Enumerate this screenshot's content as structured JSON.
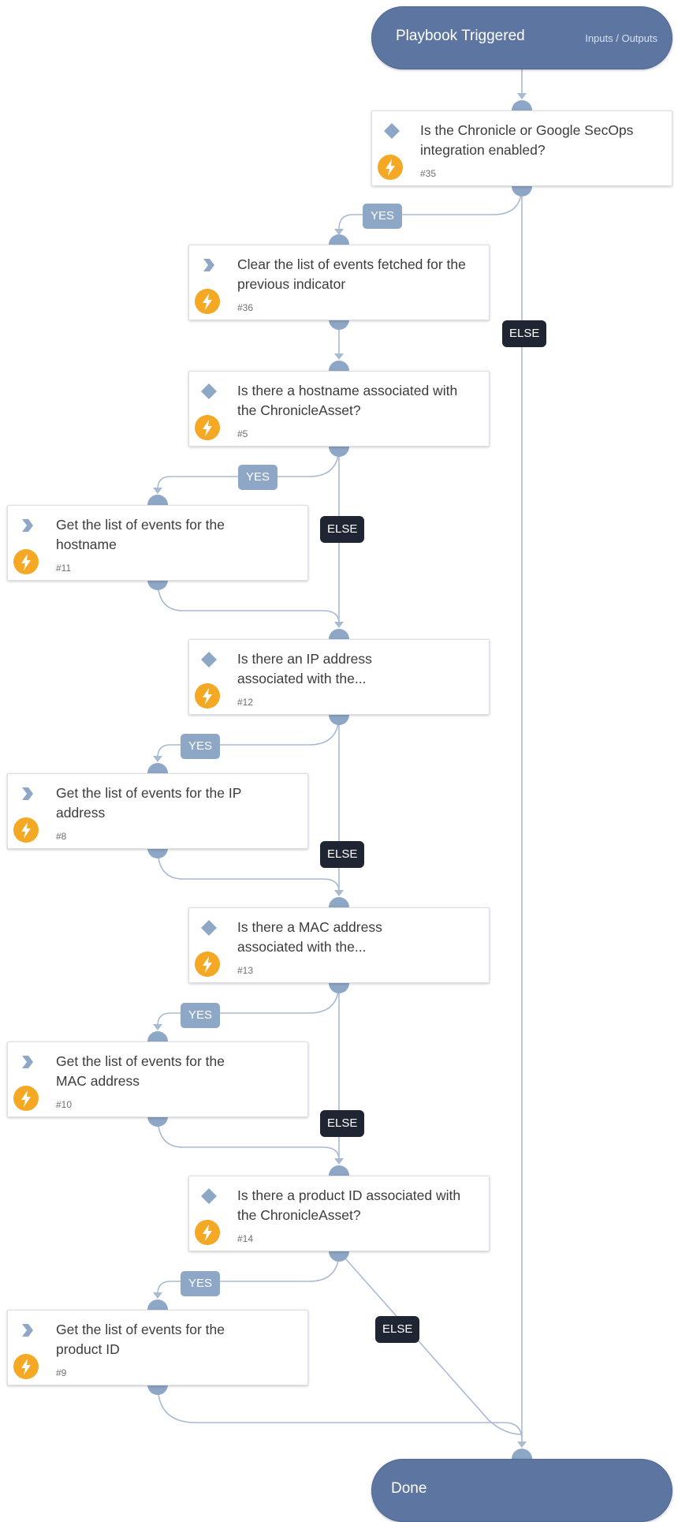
{
  "start": {
    "title": "Playbook Triggered",
    "link": "Inputs / Outputs"
  },
  "end": {
    "title": "Done"
  },
  "tasks": [
    {
      "kind": "condition",
      "title": "Is the Chronicle or Google SecOps integration enabled?",
      "num": "#35"
    },
    {
      "kind": "action",
      "title": "Clear the list of events fetched for the previous indicator",
      "num": "#36"
    },
    {
      "kind": "condition",
      "title": "Is there a hostname associated with the ChronicleAsset?",
      "num": "#5"
    },
    {
      "kind": "action",
      "title": "Get the list of events for the hostname",
      "num": "#11"
    },
    {
      "kind": "condition",
      "title": "Is there an IP address associated with the...",
      "num": "#12"
    },
    {
      "kind": "action",
      "title": "Get the list of events for the IP address",
      "num": "#8"
    },
    {
      "kind": "condition",
      "title": "Is there a MAC address associated with the...",
      "num": "#13"
    },
    {
      "kind": "action",
      "title": "Get the list of events for the MAC address",
      "num": "#10"
    },
    {
      "kind": "condition",
      "title": "Is there a product ID associated with the ChronicleAsset?",
      "num": "#14"
    },
    {
      "kind": "action",
      "title": "Get the list of events for the product ID",
      "num": "#9"
    }
  ],
  "labels": {
    "yes": [
      "YES",
      "YES",
      "YES",
      "YES",
      "YES"
    ],
    "else": [
      "ELSE",
      "ELSE",
      "ELSE",
      "ELSE",
      "ELSE"
    ]
  },
  "colors": {
    "trigger": "#5d76a1",
    "connector": "#8fa7c7",
    "bolt": "#f4a824",
    "else_label": "#1f2532",
    "yes_label": "#8fa7c7",
    "edge": "#9fb3cc"
  },
  "icons": {
    "condition": "diamond-icon",
    "action": "chevron-icon",
    "automation": "lightning-icon"
  }
}
